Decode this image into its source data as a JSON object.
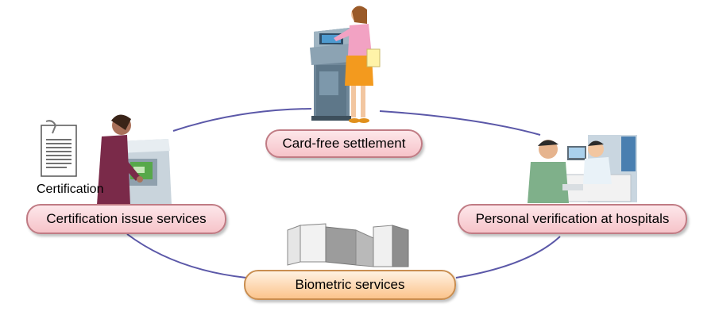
{
  "services": {
    "card_free": "Card-free settlement",
    "certification": "Certification issue services",
    "hospital": "Personal verification at hospitals",
    "biometric": "Biometric services"
  },
  "document_label": "Certification",
  "colors": {
    "ring": "#5b58a8",
    "pill_pink_border": "#c07b84",
    "pill_pink_fill": "#f6c3c9",
    "pill_orange_border": "#c98e51",
    "pill_orange_fill": "#fbc48c"
  },
  "icons": [
    "atm-kiosk-icon",
    "woman-shopper-icon",
    "certificate-document-icon",
    "terminal-user-icon",
    "hospital-reception-icon",
    "biometric-building-icon"
  ]
}
